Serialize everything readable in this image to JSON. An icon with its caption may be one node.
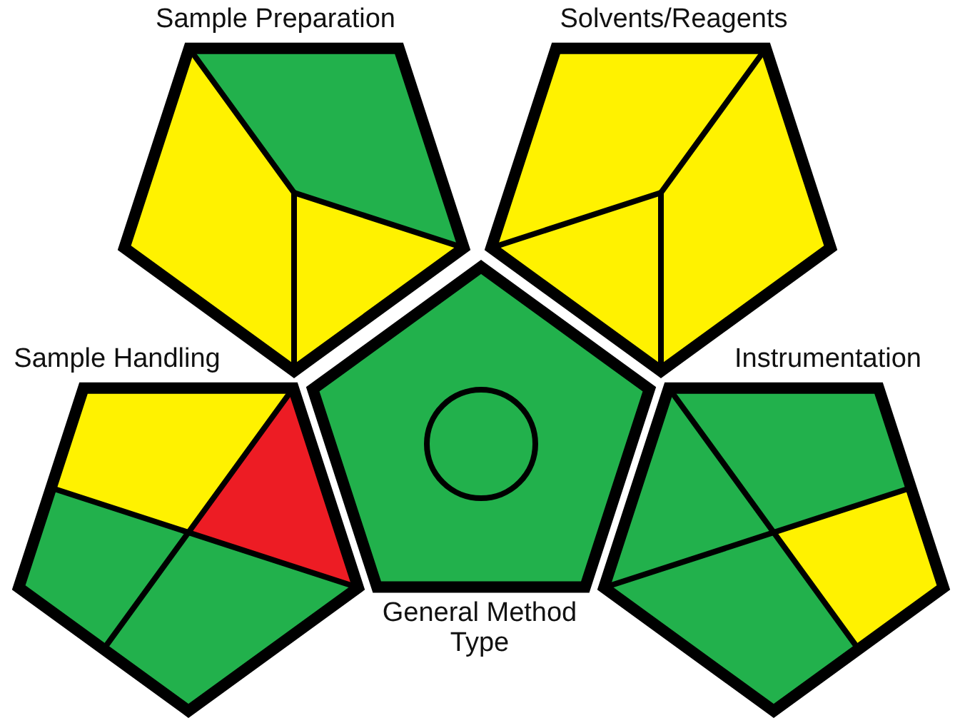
{
  "diagram": {
    "nodes": [
      {
        "text": [
          "Sample Preparation"
        ]
      },
      {
        "text": [
          "Solvents/Reagents"
        ]
      },
      {
        "text": [
          "Sample Handling"
        ]
      },
      {
        "text": [
          "Instrumentation"
        ]
      },
      {
        "text": [
          "General Method Type"
        ]
      }
    ]
  }
}
